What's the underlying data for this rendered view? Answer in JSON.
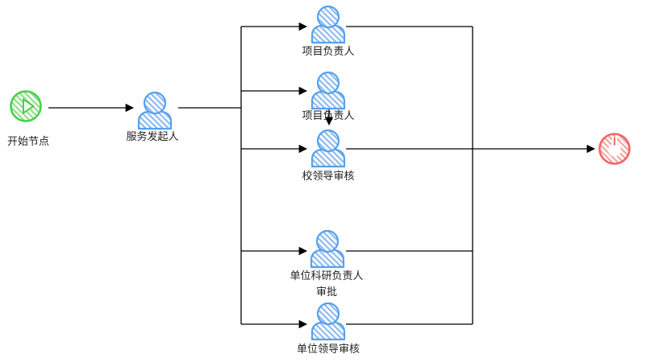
{
  "diagram_type": "approval-workflow-flowchart",
  "nodes": {
    "start": {
      "label": "开始节点",
      "type": "start-event"
    },
    "initiator": {
      "label": "服务发起人",
      "type": "user-task"
    },
    "task1": {
      "label": "项目负责人",
      "type": "user-task"
    },
    "task2": {
      "label": "项目负责人",
      "type": "user-task"
    },
    "task3": {
      "label": "校领导审核",
      "type": "user-task"
    },
    "task4": {
      "label": "单位科研负责人\n审批",
      "type": "user-task"
    },
    "task5": {
      "label": "单位领导审核",
      "type": "user-task"
    },
    "end": {
      "label": "",
      "type": "end-event"
    }
  },
  "edges": [
    {
      "from": "start",
      "to": "initiator",
      "arrow": true
    },
    {
      "from": "initiator",
      "to": "task1",
      "arrow": true
    },
    {
      "from": "initiator",
      "to": "task2",
      "arrow": true
    },
    {
      "from": "initiator",
      "to": "task3",
      "arrow": true
    },
    {
      "from": "initiator",
      "to": "task4",
      "arrow": true
    },
    {
      "from": "initiator",
      "to": "task5",
      "arrow": true
    },
    {
      "from": "task2",
      "to": "task3",
      "arrow": true
    },
    {
      "from": "task1",
      "to": "end",
      "arrow": false
    },
    {
      "from": "task3",
      "to": "end",
      "arrow": true
    },
    {
      "from": "task4",
      "to": "end",
      "arrow": false
    },
    {
      "from": "task5",
      "to": "end",
      "arrow": false
    }
  ],
  "colors": {
    "start_stroke": "#47d147",
    "start_hatch": "#8ae08a",
    "task_stroke": "#57a1ee",
    "task_hatch": "#8abaef",
    "end_stroke": "#f16666",
    "end_hatch": "#f7a0a0",
    "connector": "#000000",
    "label_text": "#1f1f1f"
  }
}
